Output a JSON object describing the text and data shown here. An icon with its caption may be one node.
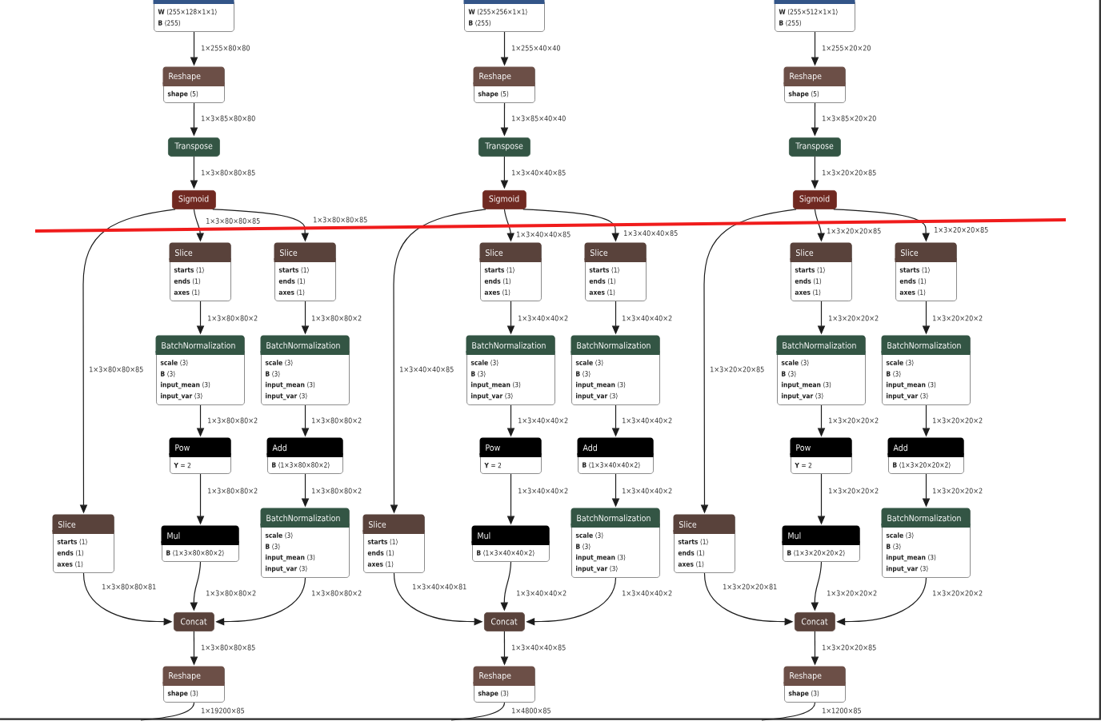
{
  "diagram": {
    "nodes": [
      {
        "text": [
          "**W** ⟨255×128×1×1⟩",
          "**B** ⟨255⟩"
        ]
      },
      {
        "text": [
          "Reshape",
          "**shape** ⟨5⟩"
        ]
      },
      {
        "text": [
          "Transpose"
        ]
      },
      {
        "text": [
          "Sigmoid"
        ]
      },
      {
        "text": [
          "Slice",
          "**starts** ⟨1⟩",
          "**ends** ⟨1⟩",
          "**axes** ⟨1⟩"
        ]
      },
      {
        "text": [
          "Slice",
          "**starts** ⟨1⟩",
          "**ends** ⟨1⟩",
          "**axes** ⟨1⟩"
        ]
      },
      {
        "text": [
          "BatchNormalization",
          "**scale** ⟨3⟩",
          "**B** ⟨3⟩",
          "**input_mean** ⟨3⟩",
          "**input_var** ⟨3⟩"
        ]
      },
      {
        "text": [
          "BatchNormalization",
          "**scale** ⟨3⟩",
          "**B** ⟨3⟩",
          "**input_mean** ⟨3⟩",
          "**input_var** ⟨3⟩"
        ]
      },
      {
        "text": [
          "Pow",
          "**Y** = 2"
        ]
      },
      {
        "text": [
          "Add",
          "**B** ⟨1×3×80×80×2⟩"
        ]
      },
      {
        "text": [
          "Slice",
          "**starts** ⟨1⟩",
          "**ends** ⟨1⟩",
          "**axes** ⟨1⟩"
        ]
      },
      {
        "text": [
          "Mul",
          "**B** ⟨1×3×80×80×2⟩"
        ]
      },
      {
        "text": [
          "BatchNormalization",
          "**scale** ⟨3⟩",
          "**B** ⟨3⟩",
          "**input_mean** ⟨3⟩",
          "**input_var** ⟨3⟩"
        ]
      },
      {
        "text": [
          "Concat"
        ]
      },
      {
        "text": [
          "Reshape",
          "**shape** ⟨3⟩"
        ]
      },
      {
        "text": [
          "**W** ⟨255×256×1×1⟩",
          "**B** ⟨255⟩"
        ]
      },
      {
        "text": [
          "Reshape",
          "**shape** ⟨5⟩"
        ]
      },
      {
        "text": [
          "Transpose"
        ]
      },
      {
        "text": [
          "Sigmoid"
        ]
      },
      {
        "text": [
          "Slice",
          "**starts** ⟨1⟩",
          "**ends** ⟨1⟩",
          "**axes** ⟨1⟩"
        ]
      },
      {
        "text": [
          "Slice",
          "**starts** ⟨1⟩",
          "**ends** ⟨1⟩",
          "**axes** ⟨1⟩"
        ]
      },
      {
        "text": [
          "BatchNormalization",
          "**scale** ⟨3⟩",
          "**B** ⟨3⟩",
          "**input_mean** ⟨3⟩",
          "**input_var** ⟨3⟩"
        ]
      },
      {
        "text": [
          "BatchNormalization",
          "**scale** ⟨3⟩",
          "**B** ⟨3⟩",
          "**input_mean** ⟨3⟩",
          "**input_var** ⟨3⟩"
        ]
      },
      {
        "text": [
          "Pow",
          "**Y** = 2"
        ]
      },
      {
        "text": [
          "Add",
          "**B** ⟨1×3×40×40×2⟩"
        ]
      },
      {
        "text": [
          "Slice",
          "**starts** ⟨1⟩",
          "**ends** ⟨1⟩",
          "**axes** ⟨1⟩"
        ]
      },
      {
        "text": [
          "Mul",
          "**B** ⟨1×3×40×40×2⟩"
        ]
      },
      {
        "text": [
          "BatchNormalization",
          "**scale** ⟨3⟩",
          "**B** ⟨3⟩",
          "**input_mean** ⟨3⟩",
          "**input_var** ⟨3⟩"
        ]
      },
      {
        "text": [
          "Concat"
        ]
      },
      {
        "text": [
          "Reshape",
          "**shape** ⟨3⟩"
        ]
      },
      {
        "text": [
          "**W** ⟨255×512×1×1⟩",
          "**B** ⟨255⟩"
        ]
      },
      {
        "text": [
          "Reshape",
          "**shape** ⟨5⟩"
        ]
      },
      {
        "text": [
          "Transpose"
        ]
      },
      {
        "text": [
          "Sigmoid"
        ]
      },
      {
        "text": [
          "Slice",
          "**starts** ⟨1⟩",
          "**ends** ⟨1⟩",
          "**axes** ⟨1⟩"
        ]
      },
      {
        "text": [
          "Slice",
          "**starts** ⟨1⟩",
          "**ends** ⟨1⟩",
          "**axes** ⟨1⟩"
        ]
      },
      {
        "text": [
          "BatchNormalization",
          "**scale** ⟨3⟩",
          "**B** ⟨3⟩",
          "**input_mean** ⟨3⟩",
          "**input_var** ⟨3⟩"
        ]
      },
      {
        "text": [
          "BatchNormalization",
          "**scale** ⟨3⟩",
          "**B** ⟨3⟩",
          "**input_mean** ⟨3⟩",
          "**input_var** ⟨3⟩"
        ]
      },
      {
        "text": [
          "Pow",
          "**Y** = 2"
        ]
      },
      {
        "text": [
          "Add",
          "**B** ⟨1×3×20×20×2⟩"
        ]
      },
      {
        "text": [
          "Slice",
          "**starts** ⟨1⟩",
          "**ends** ⟨1⟩",
          "**axes** ⟨1⟩"
        ]
      },
      {
        "text": [
          "Mul",
          "**B** ⟨1×3×20×20×2⟩"
        ]
      },
      {
        "text": [
          "BatchNormalization",
          "**scale** ⟨3⟩",
          "**B** ⟨3⟩",
          "**input_mean** ⟨3⟩",
          "**input_var** ⟨3⟩"
        ]
      },
      {
        "text": [
          "Concat"
        ]
      },
      {
        "text": [
          "Reshape",
          "**shape** ⟨3⟩"
        ]
      }
    ],
    "edges": [
      {
        "from": 0,
        "to": 1,
        "arrow": "to",
        "label": "1×255×80×80"
      },
      {
        "from": 1,
        "to": 2,
        "arrow": "to",
        "label": "1×3×85×80×80"
      },
      {
        "from": 2,
        "to": 3,
        "arrow": "to",
        "label": "1×3×80×80×85"
      },
      {
        "from": 3,
        "to": 4,
        "arrow": "to",
        "label": "1×3×80×80×85"
      },
      {
        "from": 3,
        "to": 5,
        "arrow": "to",
        "label": "1×3×80×80×85"
      },
      {
        "from": 3,
        "to": 10,
        "arrow": "to",
        "label": "1×3×80×80×85"
      },
      {
        "from": 4,
        "to": 6,
        "arrow": "to",
        "label": "1×3×80×80×2"
      },
      {
        "from": 5,
        "to": 7,
        "arrow": "to",
        "label": "1×3×80×80×2"
      },
      {
        "from": 6,
        "to": 8,
        "arrow": "to",
        "label": "1×3×80×80×2"
      },
      {
        "from": 7,
        "to": 9,
        "arrow": "to",
        "label": "1×3×80×80×2"
      },
      {
        "from": 8,
        "to": 11,
        "arrow": "to",
        "label": "1×3×80×80×2"
      },
      {
        "from": 9,
        "to": 12,
        "arrow": "to",
        "label": "1×3×80×80×2"
      },
      {
        "from": 10,
        "to": 13,
        "arrow": "to",
        "label": "1×3×80×80×81"
      },
      {
        "from": 11,
        "to": 13,
        "arrow": "to",
        "label": "1×3×80×80×2"
      },
      {
        "from": 12,
        "to": 13,
        "arrow": "to",
        "label": "1×3×80×80×2"
      },
      {
        "from": 13,
        "to": 14,
        "arrow": "to",
        "label": "1×3×80×80×85"
      },
      {
        "from": 14,
        "to": null,
        "arrow": "none",
        "label": "1×19200×85"
      },
      {
        "from": 15,
        "to": 16,
        "arrow": "to",
        "label": "1×255×40×40"
      },
      {
        "from": 16,
        "to": 17,
        "arrow": "to",
        "label": "1×3×85×40×40"
      },
      {
        "from": 17,
        "to": 18,
        "arrow": "to",
        "label": "1×3×40×40×85"
      },
      {
        "from": 18,
        "to": 19,
        "arrow": "to",
        "label": "1×3×40×40×85"
      },
      {
        "from": 18,
        "to": 20,
        "arrow": "to",
        "label": "1×3×40×40×85"
      },
      {
        "from": 18,
        "to": 25,
        "arrow": "to",
        "label": "1×3×40×40×85"
      },
      {
        "from": 19,
        "to": 21,
        "arrow": "to",
        "label": "1×3×40×40×2"
      },
      {
        "from": 20,
        "to": 22,
        "arrow": "to",
        "label": "1×3×40×40×2"
      },
      {
        "from": 21,
        "to": 23,
        "arrow": "to",
        "label": "1×3×40×40×2"
      },
      {
        "from": 22,
        "to": 24,
        "arrow": "to",
        "label": "1×3×40×40×2"
      },
      {
        "from": 23,
        "to": 26,
        "arrow": "to",
        "label": "1×3×40×40×2"
      },
      {
        "from": 24,
        "to": 27,
        "arrow": "to",
        "label": "1×3×40×40×2"
      },
      {
        "from": 25,
        "to": 28,
        "arrow": "to",
        "label": "1×3×40×40×81"
      },
      {
        "from": 26,
        "to": 28,
        "arrow": "to",
        "label": "1×3×40×40×2"
      },
      {
        "from": 27,
        "to": 28,
        "arrow": "to",
        "label": "1×3×40×40×2"
      },
      {
        "from": 28,
        "to": 29,
        "arrow": "to",
        "label": "1×3×40×40×85"
      },
      {
        "from": 29,
        "to": null,
        "arrow": "none",
        "label": "1×4800×85"
      },
      {
        "from": 30,
        "to": 31,
        "arrow": "to",
        "label": "1×255×20×20"
      },
      {
        "from": 31,
        "to": 32,
        "arrow": "to",
        "label": "1×3×85×20×20"
      },
      {
        "from": 32,
        "to": 33,
        "arrow": "to",
        "label": "1×3×20×20×85"
      },
      {
        "from": 33,
        "to": 34,
        "arrow": "to",
        "label": "1×3×20×20×85"
      },
      {
        "from": 33,
        "to": 35,
        "arrow": "to",
        "label": "1×3×20×20×85"
      },
      {
        "from": 33,
        "to": 40,
        "arrow": "to",
        "label": "1×3×20×20×85"
      },
      {
        "from": 34,
        "to": 36,
        "arrow": "to",
        "label": "1×3×20×20×2"
      },
      {
        "from": 35,
        "to": 37,
        "arrow": "to",
        "label": "1×3×20×20×2"
      },
      {
        "from": 36,
        "to": 38,
        "arrow": "to",
        "label": "1×3×20×20×2"
      },
      {
        "from": 37,
        "to": 39,
        "arrow": "to",
        "label": "1×3×20×20×2"
      },
      {
        "from": 38,
        "to": 41,
        "arrow": "to",
        "label": "1×3×20×20×2"
      },
      {
        "from": 39,
        "to": 42,
        "arrow": "to",
        "label": "1×3×20×20×2"
      },
      {
        "from": 40,
        "to": 43,
        "arrow": "to",
        "label": "1×3×20×20×81"
      },
      {
        "from": 41,
        "to": 43,
        "arrow": "to",
        "label": "1×3×20×20×2"
      },
      {
        "from": 42,
        "to": 43,
        "arrow": "to",
        "label": "1×3×20×20×2"
      },
      {
        "from": 43,
        "to": 44,
        "arrow": "to",
        "label": "1×3×20×20×85"
      },
      {
        "from": 44,
        "to": null,
        "arrow": "none",
        "label": "1×1200×85"
      }
    ]
  }
}
